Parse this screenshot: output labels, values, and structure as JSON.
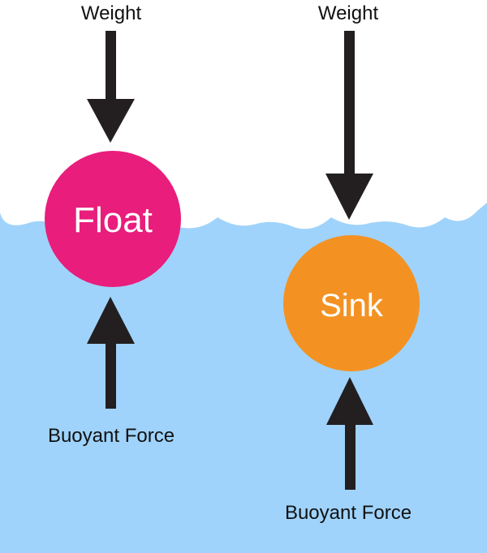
{
  "colors": {
    "water": "#9fd3fb",
    "float_ball": "#e91d7c",
    "sink_ball": "#f39223",
    "arrow": "#231f20",
    "background": "#ffffff"
  },
  "float_object": {
    "label": "Float",
    "top_arrow_label": "Weight",
    "bottom_arrow_label": "Buoyant Force"
  },
  "sink_object": {
    "label": "Sink",
    "top_arrow_label": "Weight",
    "bottom_arrow_label": "Buoyant Force"
  }
}
